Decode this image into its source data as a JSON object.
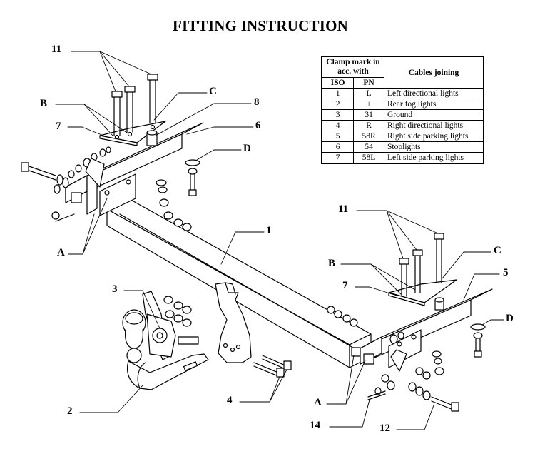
{
  "title": "FITTING INSTRUCTION",
  "legend": {
    "header_clamp": "Clamp mark in acc. with",
    "header_cables": "Cables joining",
    "header_iso": "ISO",
    "header_pn": "PN",
    "rows": [
      {
        "iso": "1",
        "pn": "L",
        "desc": "Left directional lights"
      },
      {
        "iso": "2",
        "pn": "+",
        "desc": "Rear fog lights"
      },
      {
        "iso": "3",
        "pn": "31",
        "desc": "Ground"
      },
      {
        "iso": "4",
        "pn": "R",
        "desc": "Right directional lights"
      },
      {
        "iso": "5",
        "pn": "58R",
        "desc": "Right side parking lights"
      },
      {
        "iso": "6",
        "pn": "54",
        "desc": "Stoplights"
      },
      {
        "iso": "7",
        "pn": "58L",
        "desc": "Left side parking lights"
      }
    ]
  },
  "callouts": {
    "c11_top": "11",
    "cB_left": "B",
    "c7_left": "7",
    "cC_top": "C",
    "c8": "8",
    "c6": "6",
    "cD_left": "D",
    "c1": "1",
    "cA_left": "A",
    "c11_right": "11",
    "cB_right": "B",
    "c7_right": "7",
    "cC_right": "C",
    "c5": "5",
    "cD_right": "D",
    "c3": "3",
    "c2": "2",
    "c4": "4",
    "cA_bottom": "A",
    "c14": "14",
    "c12": "12"
  }
}
